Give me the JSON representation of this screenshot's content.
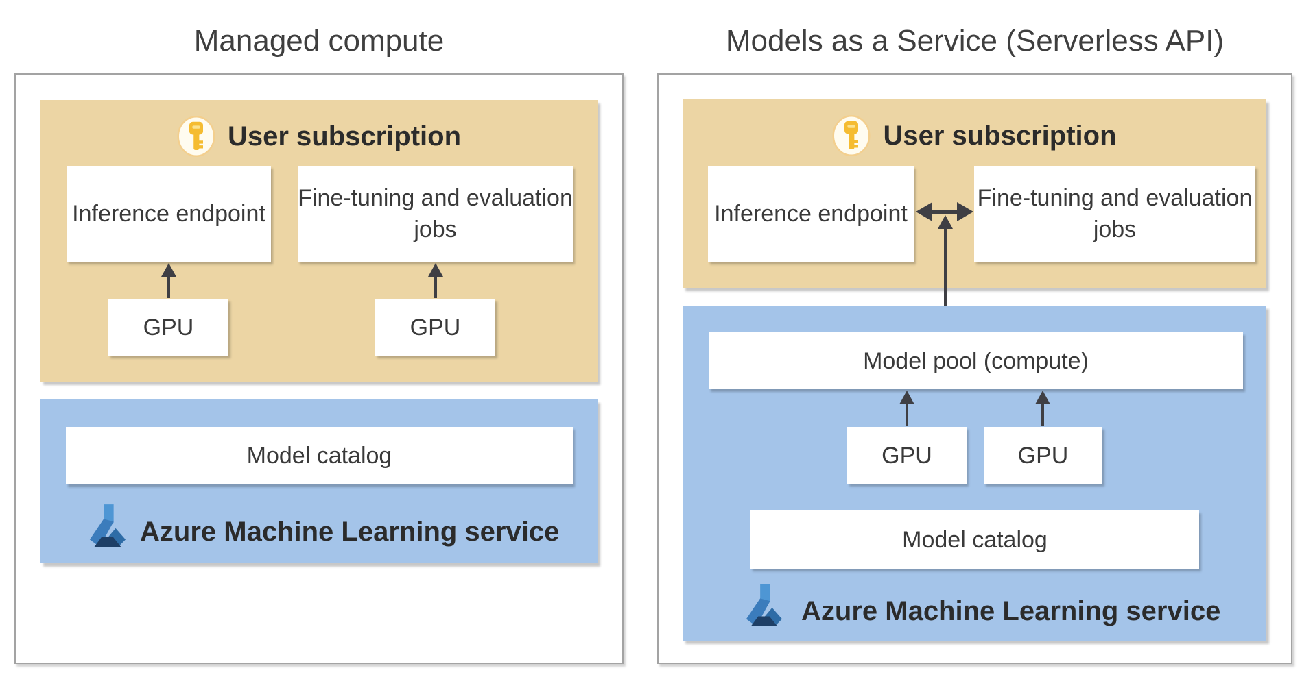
{
  "diagram": {
    "left": {
      "title": "Managed compute",
      "subscription_label": "User subscription",
      "inference_label": "Inference endpoint",
      "finetune_label": "Fine-tuning and evaluation jobs",
      "gpu1_label": "GPU",
      "gpu2_label": "GPU",
      "model_catalog_label": "Model catalog",
      "service_label": "Azure Machine Learning service"
    },
    "right": {
      "title": "Models as a Service (Serverless API)",
      "subscription_label": "User subscription",
      "inference_label": "Inference endpoint",
      "finetune_label": "Fine-tuning and evaluation jobs",
      "model_pool_label": "Model pool (compute)",
      "gpu1_label": "GPU",
      "gpu2_label": "GPU",
      "model_catalog_label": "Model catalog",
      "service_label": "Azure Machine Learning service"
    },
    "icons": {
      "subscription": "key-icon",
      "service": "azure-ml-icon"
    },
    "colors": {
      "subscription_bg": "#ecd5a4",
      "service_bg": "#a4c4e9",
      "arrow": "#3f3f44",
      "title_text": "#3f3f3f",
      "label_text": "#3a3a3a",
      "bold_text": "#2b2b2b",
      "key_gold": "#f5bc31",
      "azure_blue": "#3b7cbc"
    }
  }
}
